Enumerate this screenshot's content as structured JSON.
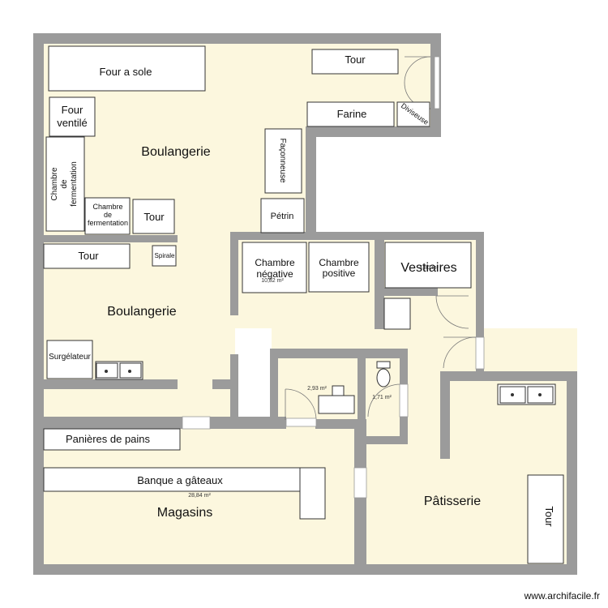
{
  "plan": {
    "rooms": {
      "boulangerie_top": "Boulangerie",
      "boulangerie_bottom": "Boulangerie",
      "vestiaires": "Vestiaires",
      "magasins": "Magasins",
      "patisserie": "Pâtisserie"
    },
    "areas": {
      "vestiaires": "4,85 m²",
      "chambres": "10,82 m²",
      "small_room": "2,93 m²",
      "wc": "1,71 m²",
      "magasins": "28,84 m²"
    },
    "furniture": {
      "four_a_sole": "Four a sole",
      "tour_top": "Tour",
      "farine": "Farine",
      "diviseuse": "Diviseuse",
      "four_ventile_1": "Four",
      "four_ventile_2": "ventilé",
      "chambre_ferm_1": "Chambre",
      "chambre_ferm_2": "de",
      "chambre_ferm_3": "fermentation",
      "cf_small_1": "Chambre",
      "cf_small_2": "de",
      "cf_small_3": "fermentation",
      "tour_mid": "Tour",
      "faconneuse": "Façonneuse",
      "petrin": "Pétrin",
      "tour_left": "Tour",
      "spirale": "Spirale",
      "chambre_negative_1": "Chambre",
      "chambre_negative_2": "négative",
      "chambre_positive_1": "Chambre",
      "chambre_positive_2": "positive",
      "surgelateur": "Surgélateur",
      "panieres": "Panières de pains",
      "banque": "Banque a gâteaux",
      "tour_patisserie": "Tour"
    },
    "watermark": "www.archifacile.fr"
  }
}
